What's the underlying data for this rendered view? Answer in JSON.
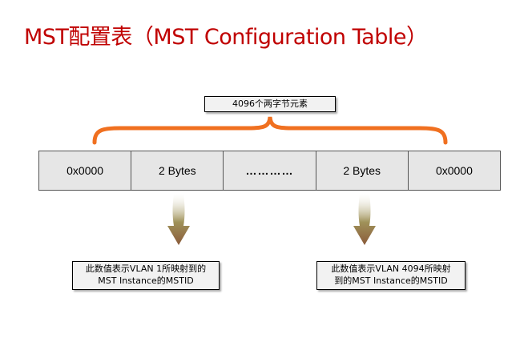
{
  "title": "MST配置表（MST Configuration Table）",
  "brace_label": "4096个两字节元素",
  "cells": [
    "0x0000",
    "2 Bytes",
    "…………",
    "2 Bytes",
    "0x0000"
  ],
  "notes": [
    {
      "line1": "此数值表示VLAN 1所映射到的",
      "line2": "MST Instance的MSTID"
    },
    {
      "line1": "此数值表示VLAN 4094所映射",
      "line2": "到的MST Instance的MSTID"
    }
  ],
  "colors": {
    "title": "#c00000",
    "brace": "#f07020",
    "arrow": "#8a7a3a",
    "cell": "#e6e6e6"
  }
}
